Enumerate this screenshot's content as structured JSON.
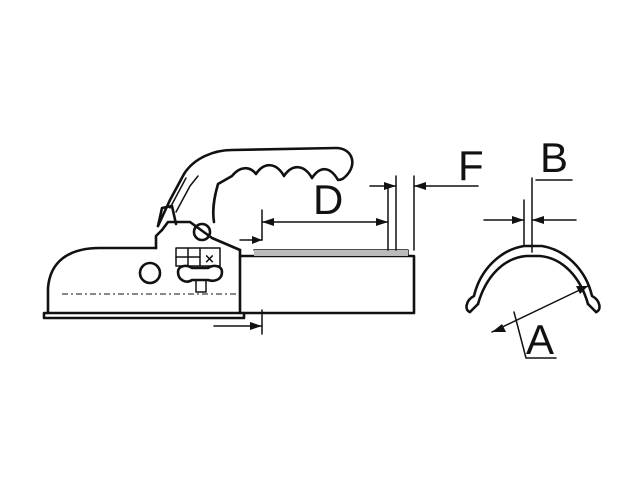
{
  "labels": {
    "d": "D",
    "f": "F",
    "b": "B",
    "a": "A"
  },
  "plate_mark": "×"
}
